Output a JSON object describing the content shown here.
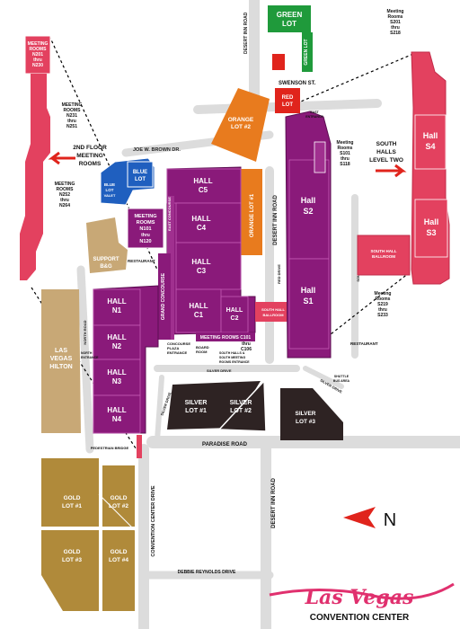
{
  "map": {
    "colors": {
      "hall": "#8a1a7a",
      "hall_outline": "#5c0e52",
      "meeting_pink": "#e3415f",
      "orange": "#e87b1e",
      "red": "#e0241c",
      "green": "#1f9a3b",
      "blue": "#1f5fbf",
      "silver": "#2e2323",
      "gold": "#b08a3a",
      "tan": "#c8a876",
      "road": "#d9d9d9",
      "text_dark": "#111111",
      "text_light": "#ffffff"
    },
    "halls": {
      "c5": [
        "HALL",
        "C5"
      ],
      "c4": [
        "HALL",
        "C4"
      ],
      "c3": [
        "HALL",
        "C3"
      ],
      "c1": [
        "HALL",
        "C1"
      ],
      "c2": [
        "HALL",
        "C2"
      ],
      "n1": [
        "HALL",
        "N1"
      ],
      "n2": [
        "HALL",
        "N2"
      ],
      "n3": [
        "HALL",
        "N3"
      ],
      "n4": [
        "HALL",
        "N4"
      ],
      "s2": [
        "Hall",
        "S2"
      ],
      "s1": [
        "Hall",
        "S1"
      ],
      "s4": [
        "Hall",
        "S4"
      ],
      "s3": [
        "Hall",
        "S3"
      ]
    },
    "meeting_rooms": {
      "n101": [
        "MEETING",
        "ROOMS",
        "N101",
        "thru",
        "N120"
      ],
      "c101": [
        "MEETING ROOMS C101",
        "thru",
        "C106"
      ],
      "n201_box": [
        "MEETING",
        "ROOMS",
        "N201",
        "thru",
        "N230"
      ],
      "n231": [
        "MEETING",
        "ROOMS",
        "N231",
        "thru",
        "N251"
      ],
      "n252": [
        "MEETING",
        "ROOMS",
        "N252",
        "thru",
        "N264"
      ],
      "s101": [
        "Meeting",
        "Rooms",
        "S101",
        "thru",
        "S118"
      ],
      "s201": [
        "Meeting",
        "Rooms",
        "S201",
        "thru",
        "S218"
      ],
      "s219": [
        "Meeting",
        "Rooms",
        "S219",
        "thru",
        "S233"
      ]
    },
    "callouts": {
      "second_floor": [
        "2ND FLOOR",
        "MEETING",
        "ROOMS"
      ],
      "south_halls": [
        "SOUTH",
        "HALLS",
        "LEVEL TWO"
      ]
    },
    "lots": {
      "green": [
        "GREEN",
        "LOT"
      ],
      "red": [
        "RED",
        "LOT"
      ],
      "orange2": [
        "ORANGE",
        "LOT #2"
      ],
      "orange1": "ORANGE LOT #1",
      "blue": [
        "BLUE",
        "LOT"
      ],
      "blue_valet": [
        "BLUE",
        "LOT",
        "VALET"
      ],
      "silver1": [
        "SILVER",
        "LOT #1"
      ],
      "silver2": [
        "SILVER",
        "LOT #2"
      ],
      "silver3": [
        "SILVER",
        "LOT #3"
      ],
      "gold1": [
        "GOLD",
        "LOT #1"
      ],
      "gold2": [
        "GOLD",
        "LOT #2"
      ],
      "gold3": [
        "GOLD",
        "LOT #3"
      ],
      "gold4": [
        "GOLD",
        "LOT #4"
      ],
      "support": [
        "SUPPORT",
        "B&G"
      ]
    },
    "buildings": {
      "las_vegas_hilton": [
        "LAS",
        "VEGAS",
        "HILTON"
      ],
      "south_hall_ballroom": [
        "SOUTH HALL",
        "BALLROOM"
      ],
      "south_hall_ballroom_upper": [
        "SOUTH HALL",
        "BALLROOM"
      ]
    },
    "roads": {
      "desert_inn_top": "DESERT INN ROAD",
      "green_lot_road": "GREEN LOT",
      "swenson": "SWENSON ST.",
      "joe_brown": "JOE W. BROWN DR.",
      "desert_inn_mid": "DESERT INN ROAD",
      "paradise": "PARADISE ROAD",
      "desert_inn_bottom": "DESERT INN ROAD",
      "convention_center_drive": "CONVENTION CENTER DRIVE",
      "debbie_reynolds": "DEBBIE REYNOLDS DRIVE",
      "silver_drive_1": "SILVER DRIVE",
      "silver_drive_2": "SILVER DRIVE",
      "silver_drive_3": "SILVER DRIVE",
      "north_road": "NORTH ROAD"
    },
    "labels": {
      "grand_concourse": "GRAND CONCOURSE",
      "east_concourse": "EAST CONCOURSE",
      "restaurant_1": "RESTAURANT",
      "restaurant_2": "RESTAURANT",
      "concourse_plaza": [
        "CONCOURSE",
        "PLAZA",
        "ENTRANCE"
      ],
      "boardroom": [
        "BOARD",
        "ROOM"
      ],
      "south_halls_entrance": [
        "SOUTH HALLS &",
        "SOUTH MEETING",
        "ROOMS ENTRANCE"
      ],
      "pedestrian_bridge": "PEDESTRIAN BRIDGE",
      "red_drive": "RED DRIVE",
      "south_drive": "SOUTH DRIVE",
      "north_entrance": [
        "NORTH",
        "ENTRANCE"
      ],
      "east_entrance": [
        "EAST",
        "ENTRANCE"
      ],
      "shuttle": [
        "SHUTTLE",
        "BUS AREA"
      ]
    },
    "compass": "N",
    "logo": {
      "script": "Las Vegas",
      "subtitle": "CONVENTION CENTER"
    }
  }
}
